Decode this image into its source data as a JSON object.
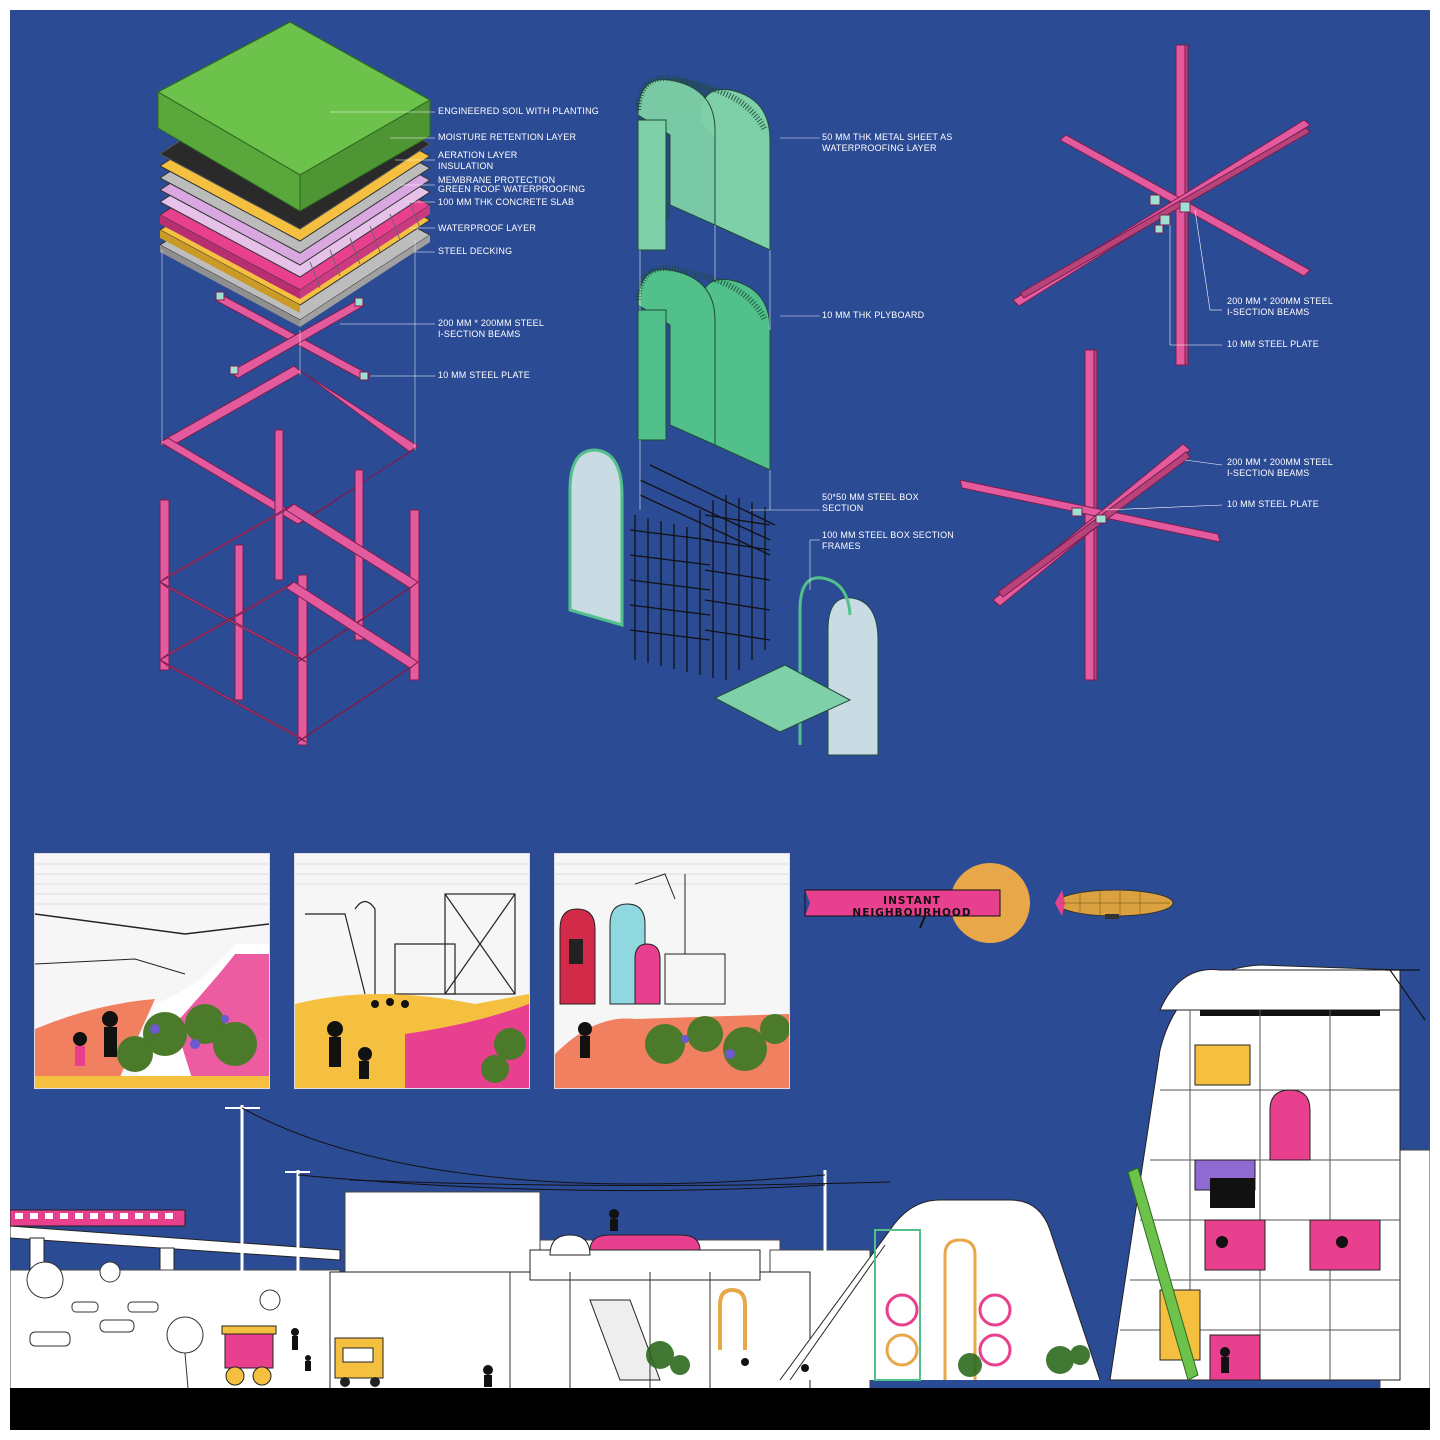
{
  "board": {
    "background": "#2c4b95",
    "accent_pink": "#e45a9e",
    "accent_green": "#6cc24a",
    "accent_yellow": "#f5c040",
    "accent_mint": "#7ed0a8"
  },
  "roof_module": {
    "layers": [
      {
        "label": "ENGINEERED SOIL WITH PLANTING",
        "color": "#6cc24a"
      },
      {
        "label": "MOISTURE RETENTION LAYER",
        "color": "#2a2a2a"
      },
      {
        "label": "AERATION LAYER",
        "color": "#f5c040"
      },
      {
        "label": "INSULATION",
        "color": "#bcbcbc"
      },
      {
        "label": "MEMBRANE PROTECTION",
        "color": "#d9a8e0"
      },
      {
        "label": "GREEN ROOF WATERPROOFING",
        "color": "#e6c1ea"
      },
      {
        "label": "100 mm THK CONCRETE SLAB",
        "color": "#e8408f"
      },
      {
        "label": "WATERPROOF  LAYER",
        "color": "#f5c040"
      },
      {
        "label": "STEEL DECKING",
        "color": "#bdbdbd"
      }
    ],
    "beams_label_1": "200 mm * 200mm STEEL",
    "beams_label_2": "I-SECTION BEAMS",
    "plate_label": "10 mm STEEL PLATE"
  },
  "arch_module": {
    "sheet_label_1": "50 mm THK METAL SHEET AS",
    "sheet_label_2": "WATERPROOFING LAYER",
    "plyboard_label": "10 mm THK PLYBOARD",
    "box_label_1": "50*50 mm STEEL BOX",
    "box_label_2": "SECTION",
    "frame_label_1": "100 mm STEEL BOX SECTION",
    "frame_label_2": "FRAMES"
  },
  "joint_top": {
    "beams_label_1": "200 mm * 200mm STEEL",
    "beams_label_2": "I-SECTION BEAMS",
    "plate_label": "10 mm STEEL PLATE"
  },
  "joint_bottom": {
    "beams_label_1": "200 mm * 200mm STEEL",
    "beams_label_2": "I-SECTION BEAMS",
    "plate_label": "10 mm STEEL PLATE"
  },
  "banner": {
    "title": "INSTANT NEIGHBOURHOOD",
    "ribbon_color": "#e8408f",
    "sun_color": "#e8a84a",
    "airship_color": "#d9a13f"
  }
}
